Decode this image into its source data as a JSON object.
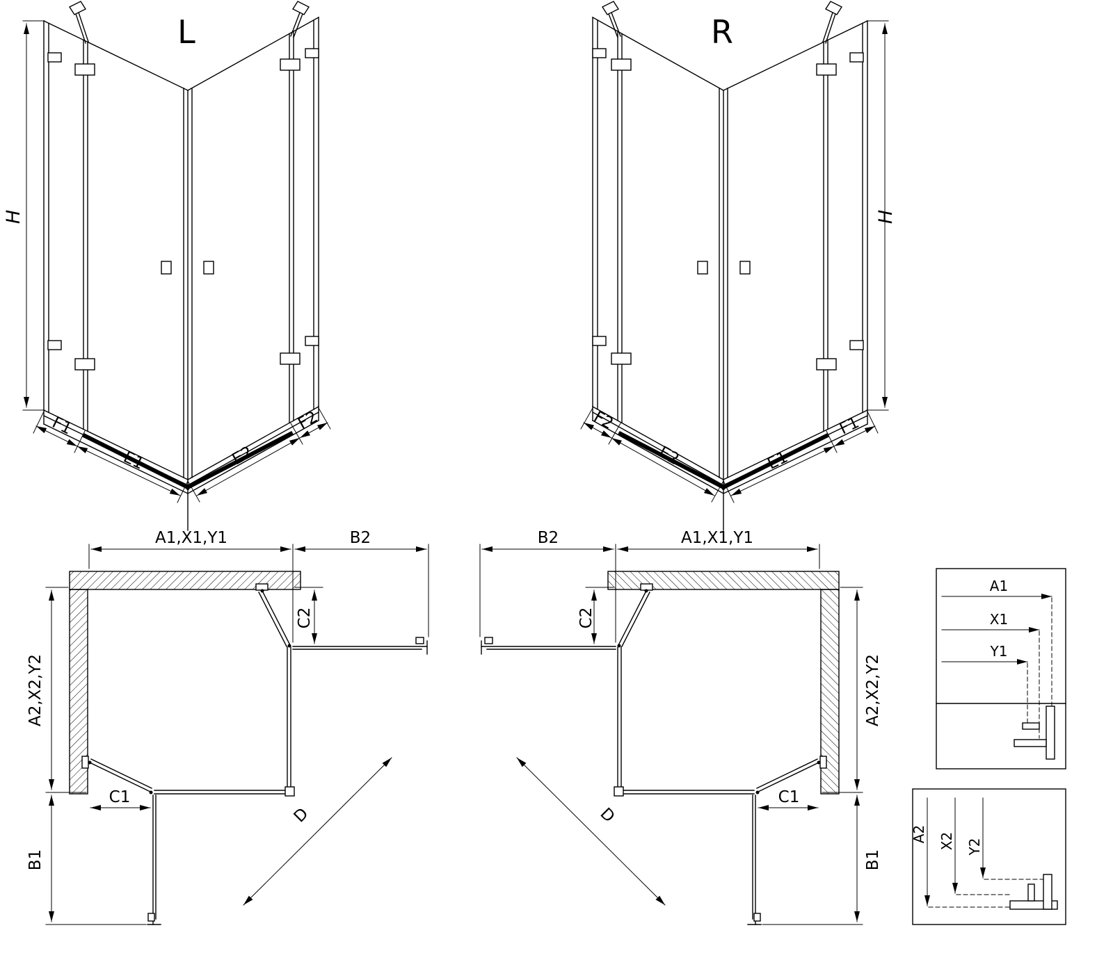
{
  "colors": {
    "ink": "#000000",
    "background": "#ffffff"
  },
  "front_views": {
    "left": {
      "title": "L",
      "height_label": "H",
      "f1": "F1",
      "e1": "E1",
      "e2": "E2",
      "f2": "F2"
    },
    "right": {
      "title": "R",
      "height_label": "H",
      "f1": "F1",
      "e1": "E1",
      "e2": "E2",
      "f2": "F2"
    }
  },
  "plan_views": {
    "left": {
      "top_width": "A1,X1,Y1",
      "b2": "B2",
      "c2": "C2",
      "side_depth": "A2,X2,Y2",
      "b1": "B1",
      "c1": "C1",
      "d": "D"
    },
    "right": {
      "top_width": "A1,X1,Y1",
      "b2": "B2",
      "c2": "C2",
      "side_depth": "A2,X2,Y2",
      "b1": "B1",
      "c1": "C1",
      "d": "D"
    }
  },
  "detail_views": {
    "top": {
      "a1": "A1",
      "x1": "X1",
      "y1": "Y1"
    },
    "bottom": {
      "a2": "A2",
      "x2": "X2",
      "y2": "Y2"
    }
  }
}
